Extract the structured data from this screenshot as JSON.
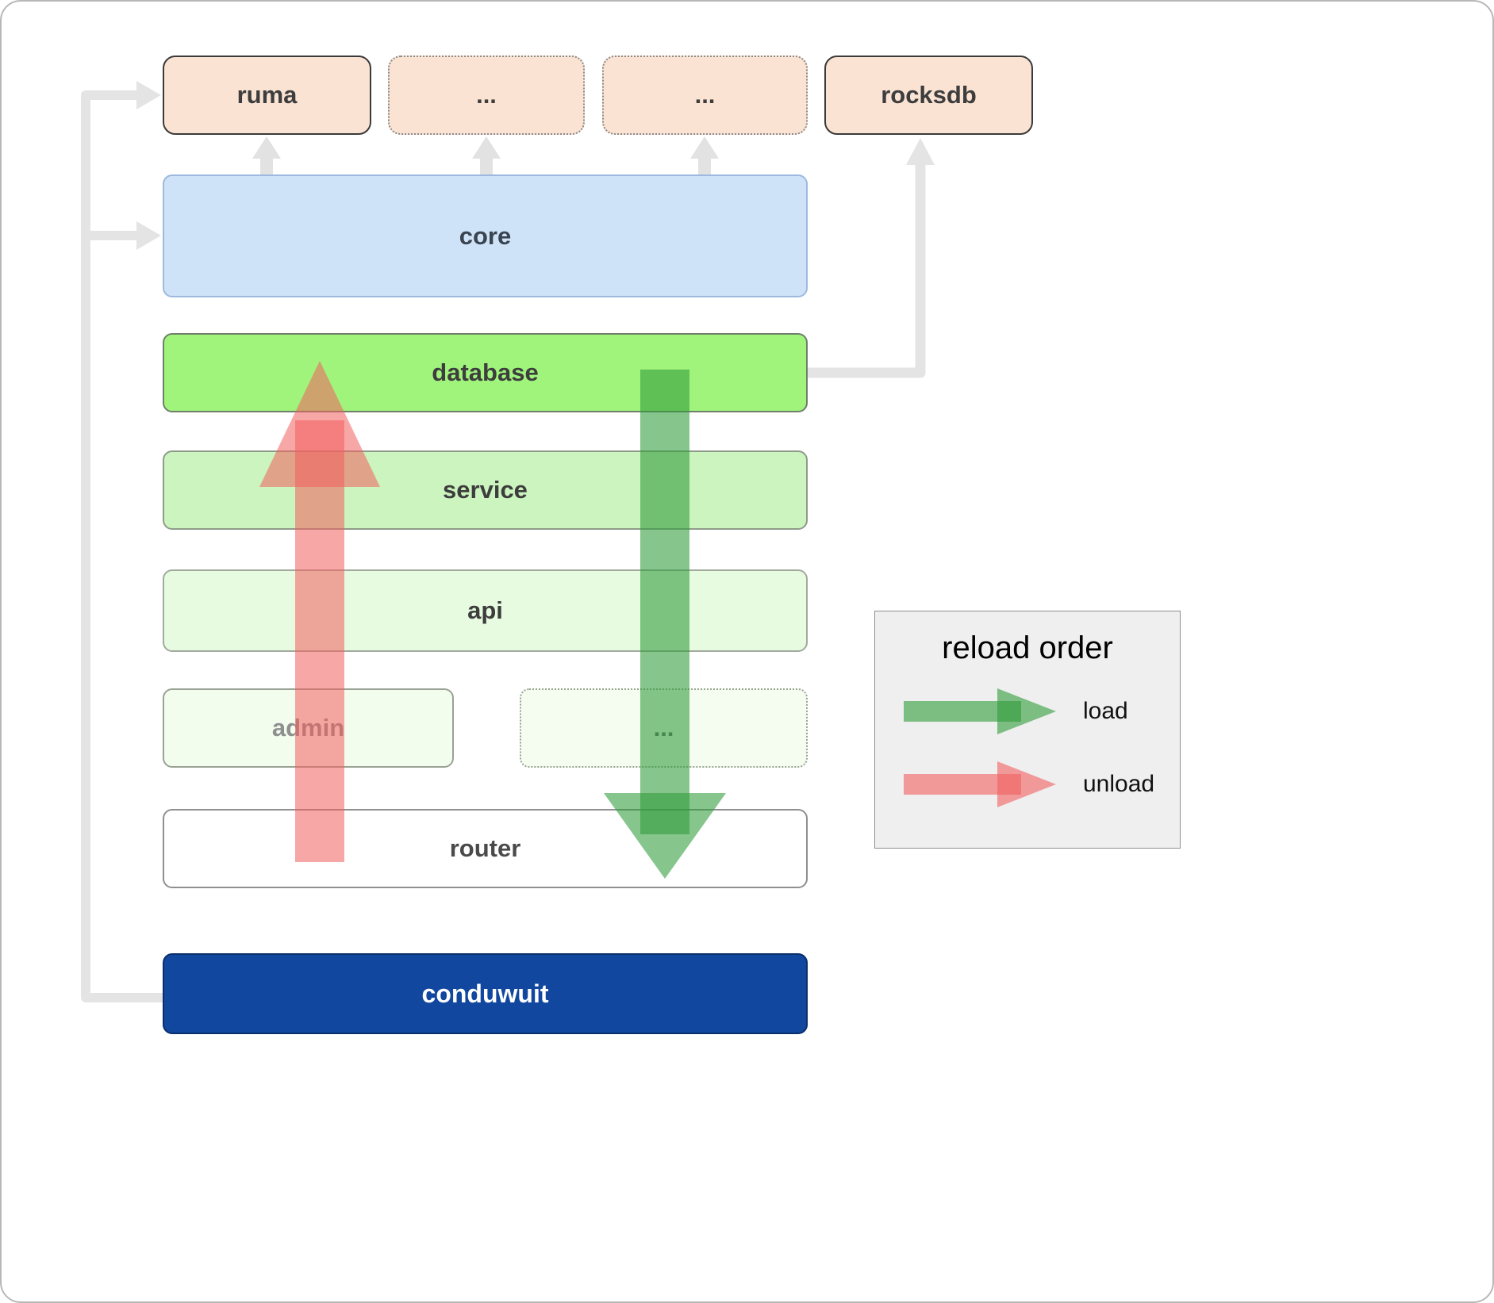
{
  "boxes": {
    "ruma": "ruma",
    "dep2": "...",
    "dep3": "...",
    "rocksdb": "rocksdb",
    "core": "core",
    "database": "database",
    "service": "service",
    "api": "api",
    "admin": "admin",
    "more_services": "...",
    "router": "router",
    "conduwuit": "conduwuit"
  },
  "legend": {
    "title": "reload order",
    "load_label": "load",
    "unload_label": "unload"
  },
  "colors": {
    "top_box_fill": "#fbe3d3",
    "core_fill": "#cfe3f8",
    "database_fill": "#a0f47c",
    "service_fill": "#ccf4bf",
    "api_fill": "#e6fbe0",
    "admin_fill": "#f2fdee",
    "conduwuit_fill": "#11479e",
    "load_arrow": "#2f9b38",
    "unload_arrow": "#f25f5f",
    "connector_gray": "#e4e4e4"
  }
}
